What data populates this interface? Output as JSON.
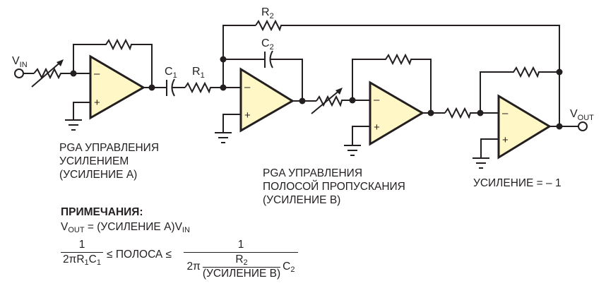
{
  "diagram": {
    "title": "PGA-controlled bandpass filter schematic",
    "colors": {
      "opamp_fill": "#FFF8C6",
      "line": "#231f20"
    },
    "terminals": {
      "input": {
        "label": "V",
        "sub": "IN"
      },
      "output": {
        "label": "V",
        "sub": "OUT"
      }
    },
    "components": {
      "c1": {
        "label": "C",
        "sub": "1"
      },
      "r1": {
        "label": "R",
        "sub": "1"
      },
      "r2": {
        "label": "R",
        "sub": "2"
      },
      "c2": {
        "label": "C",
        "sub": "2"
      }
    },
    "opamp_pins": {
      "inverting": "–",
      "noninverting": "+"
    },
    "captions": {
      "pga_gain": [
        "PGA УПРАВЛЕНИЯ",
        "УСИЛЕНИЕМ",
        "(УСИЛЕНИЕ А)"
      ],
      "pga_bandwidth": [
        "PGA УПРАВЛЕНИЯ",
        "ПОЛОСОЙ ПРОПУСКАНИЯ",
        "(УСИЛЕНИЕ В)"
      ],
      "inverter_gain": "УСИЛЕНИЕ = – 1"
    }
  },
  "notes": {
    "title": "ПРИМЕЧАНИЯ:",
    "eq1": {
      "v": "V",
      "vsub": "OUT",
      "middle": " = (УСИЛЕНИЕ А)V",
      "tailsub": "IN"
    },
    "eq2": {
      "left_num": "1",
      "left_den_pre": "2πR",
      "left_den_sub1": "1",
      "left_den_mid": "C",
      "left_den_sub2": "1",
      "middle": "≤ ПОЛОСА ≤",
      "right_num": "1",
      "right_den_pre": "2π",
      "inner_num_r": "R",
      "inner_num_sub": "2",
      "inner_den": "(УСИЛЕНИЕ В)",
      "right_den_post": "C",
      "right_den_post_sub": "2"
    }
  }
}
